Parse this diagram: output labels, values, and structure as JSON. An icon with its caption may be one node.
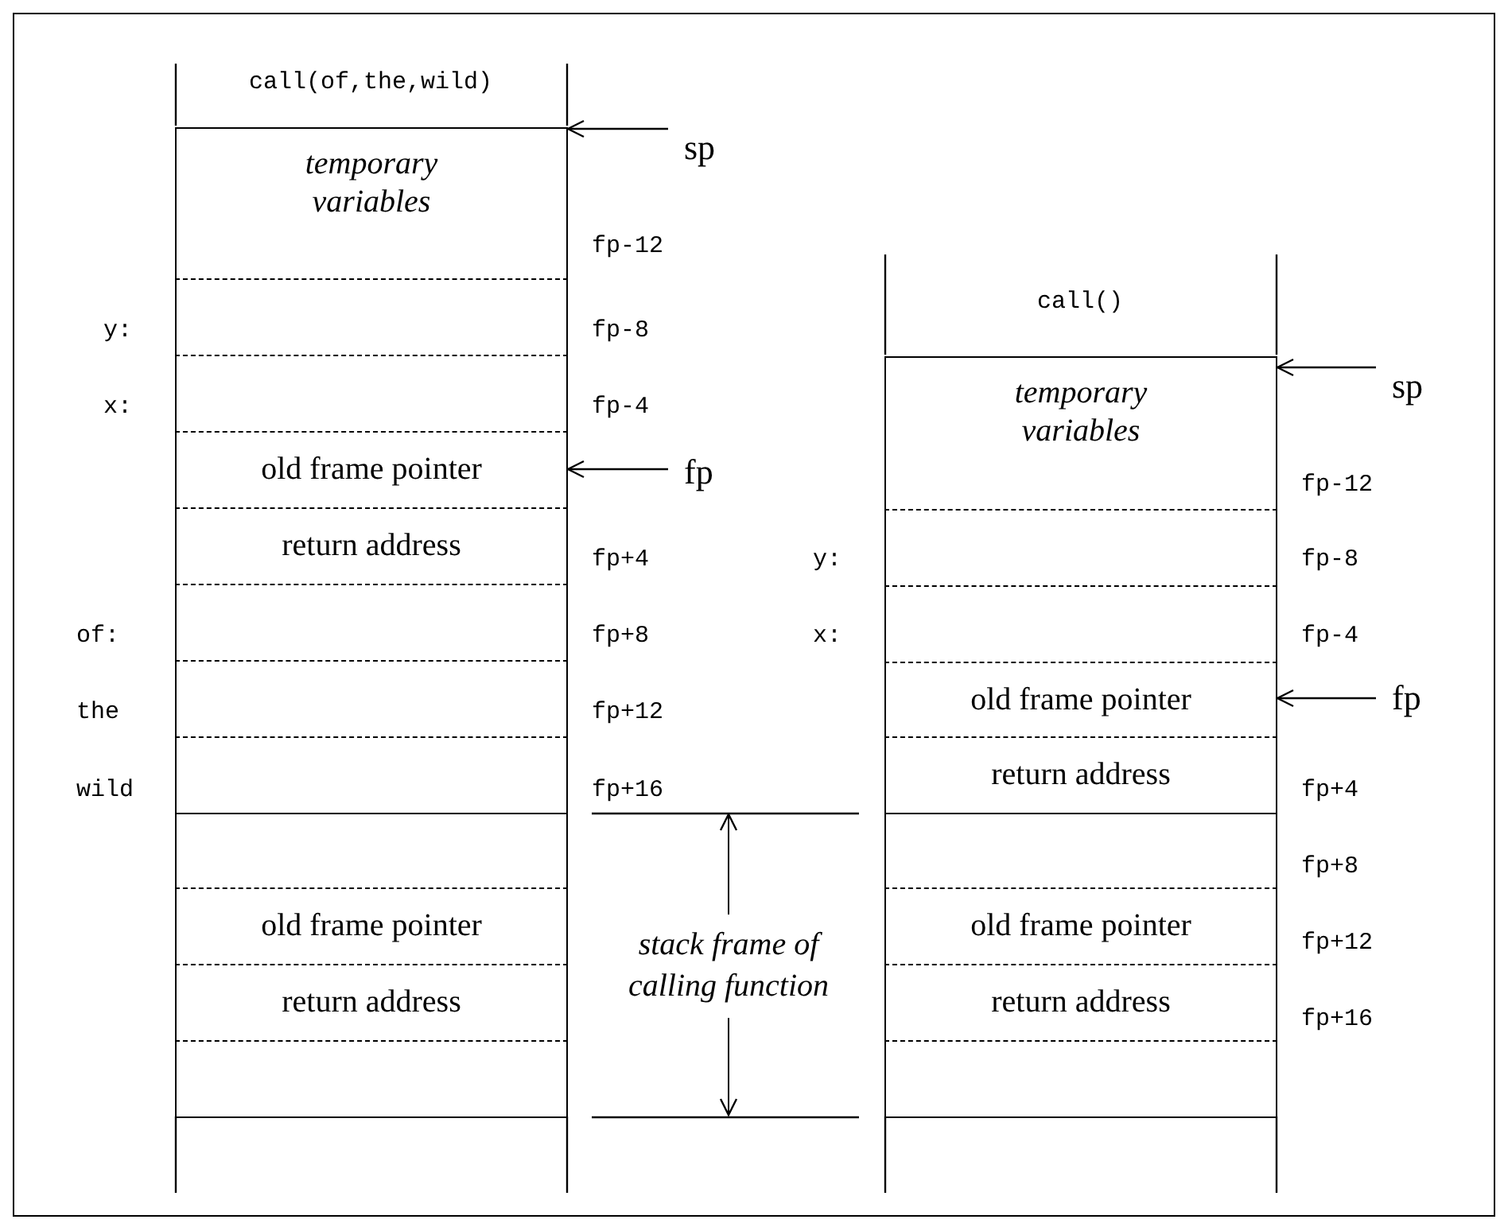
{
  "diagram": {
    "nodes": [
      {
        "text": [
          "temporary variables"
        ]
      },
      {
        "text": [],
        "shape": "box"
      },
      {
        "text": [],
        "shape": "box"
      },
      {
        "text": [
          "old frame pointer"
        ]
      },
      {
        "text": [
          "return address"
        ]
      },
      {
        "text": [],
        "shape": "box"
      },
      {
        "text": [],
        "shape": "box"
      },
      {
        "text": [],
        "shape": "box"
      },
      {
        "text": [],
        "shape": "box"
      },
      {
        "text": [
          "old frame pointer"
        ]
      },
      {
        "text": [
          "return address"
        ]
      },
      {
        "text": [],
        "shape": "box"
      },
      {
        "text": [
          "sp"
        ]
      },
      {
        "text": [
          "fp"
        ]
      },
      {
        "text": [
          "temporary variables"
        ]
      },
      {
        "text": [],
        "shape": "box"
      },
      {
        "text": [],
        "shape": "box"
      },
      {
        "text": [
          "old frame pointer"
        ]
      },
      {
        "text": [
          "return address"
        ]
      },
      {
        "text": [],
        "shape": "box"
      },
      {
        "text": [
          "old frame pointer"
        ]
      },
      {
        "text": [
          "return address"
        ]
      },
      {
        "text": [],
        "shape": "box"
      },
      {
        "text": [
          "sp"
        ]
      },
      {
        "text": [
          "fp"
        ]
      }
    ],
    "edges": [
      {
        "from": 12,
        "to": 0,
        "arrow": "to"
      },
      {
        "from": 13,
        "to": 3,
        "arrow": "to"
      },
      {
        "from": 23,
        "to": 14,
        "arrow": "to"
      },
      {
        "from": 24,
        "to": 17,
        "arrow": "to"
      }
    ],
    "labels": [
      "call(of,the,wild)",
      "fp-12",
      "y:",
      "fp-8",
      "x:",
      "fp-4",
      "fp+4",
      "of:",
      "fp+8",
      "the",
      "fp+12",
      "wild",
      "fp+16",
      "stack frame of calling function",
      "call()",
      "fp-12",
      "y:",
      "fp-8",
      "x:",
      "fp-4",
      "fp+4",
      "fp+8",
      "fp+12",
      "fp+16"
    ]
  }
}
